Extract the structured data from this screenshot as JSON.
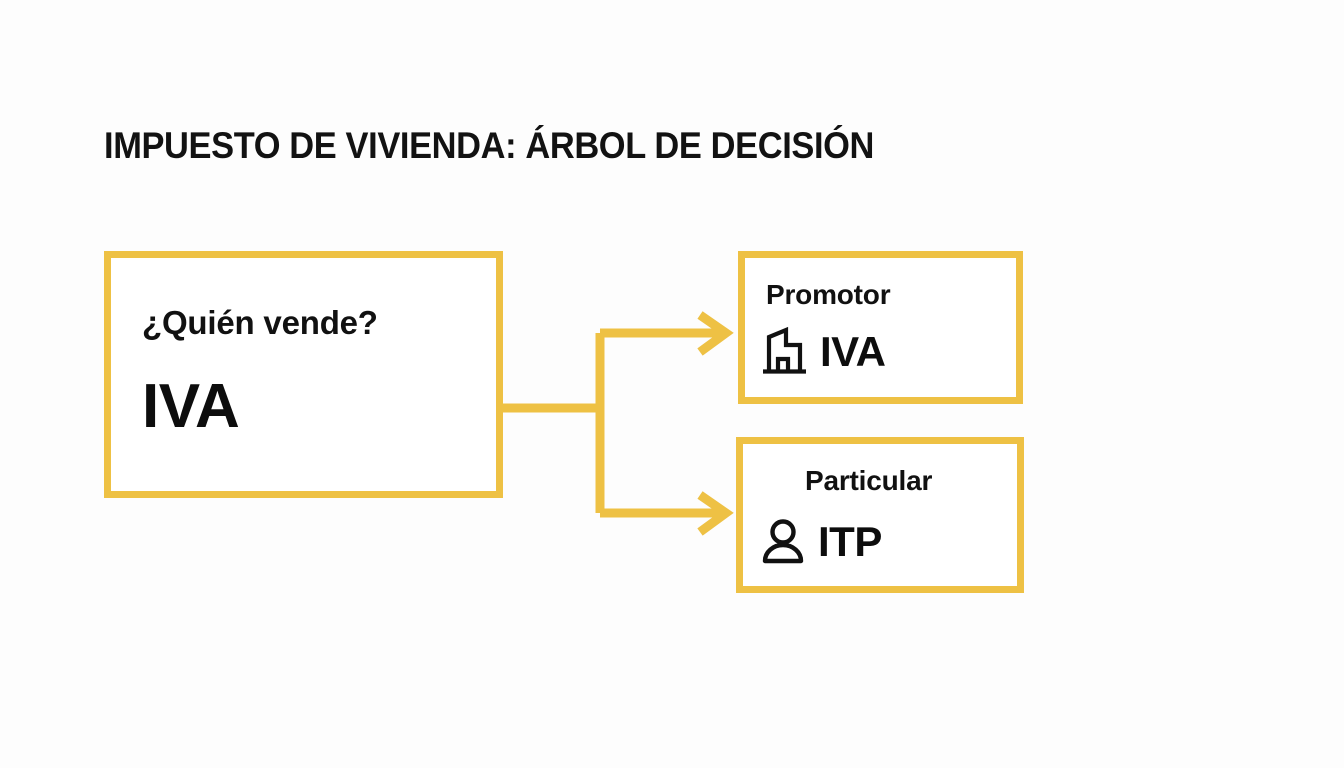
{
  "page": {
    "title": "IMPUESTO DE VIVIENDA: ÁRBOL DE DECISIÓN",
    "background_color": "#fdfdfd",
    "accent_color": "#eec144",
    "text_color": "#111111"
  },
  "diagram": {
    "type": "decision-tree",
    "root": {
      "question": "¿Quién vende?",
      "tax": "IVA",
      "border_color": "#eec144"
    },
    "branches": [
      {
        "label": "Promotor",
        "tax": "IVA",
        "icon": "building-icon",
        "border_color": "#eec144"
      },
      {
        "label": "Particular",
        "tax": "ITP",
        "icon": "person-icon",
        "border_color": "#eec144"
      }
    ],
    "connectors": {
      "style": "orthogonal-arrows",
      "color": "#eec144",
      "arrowhead": "open-chevron"
    }
  }
}
